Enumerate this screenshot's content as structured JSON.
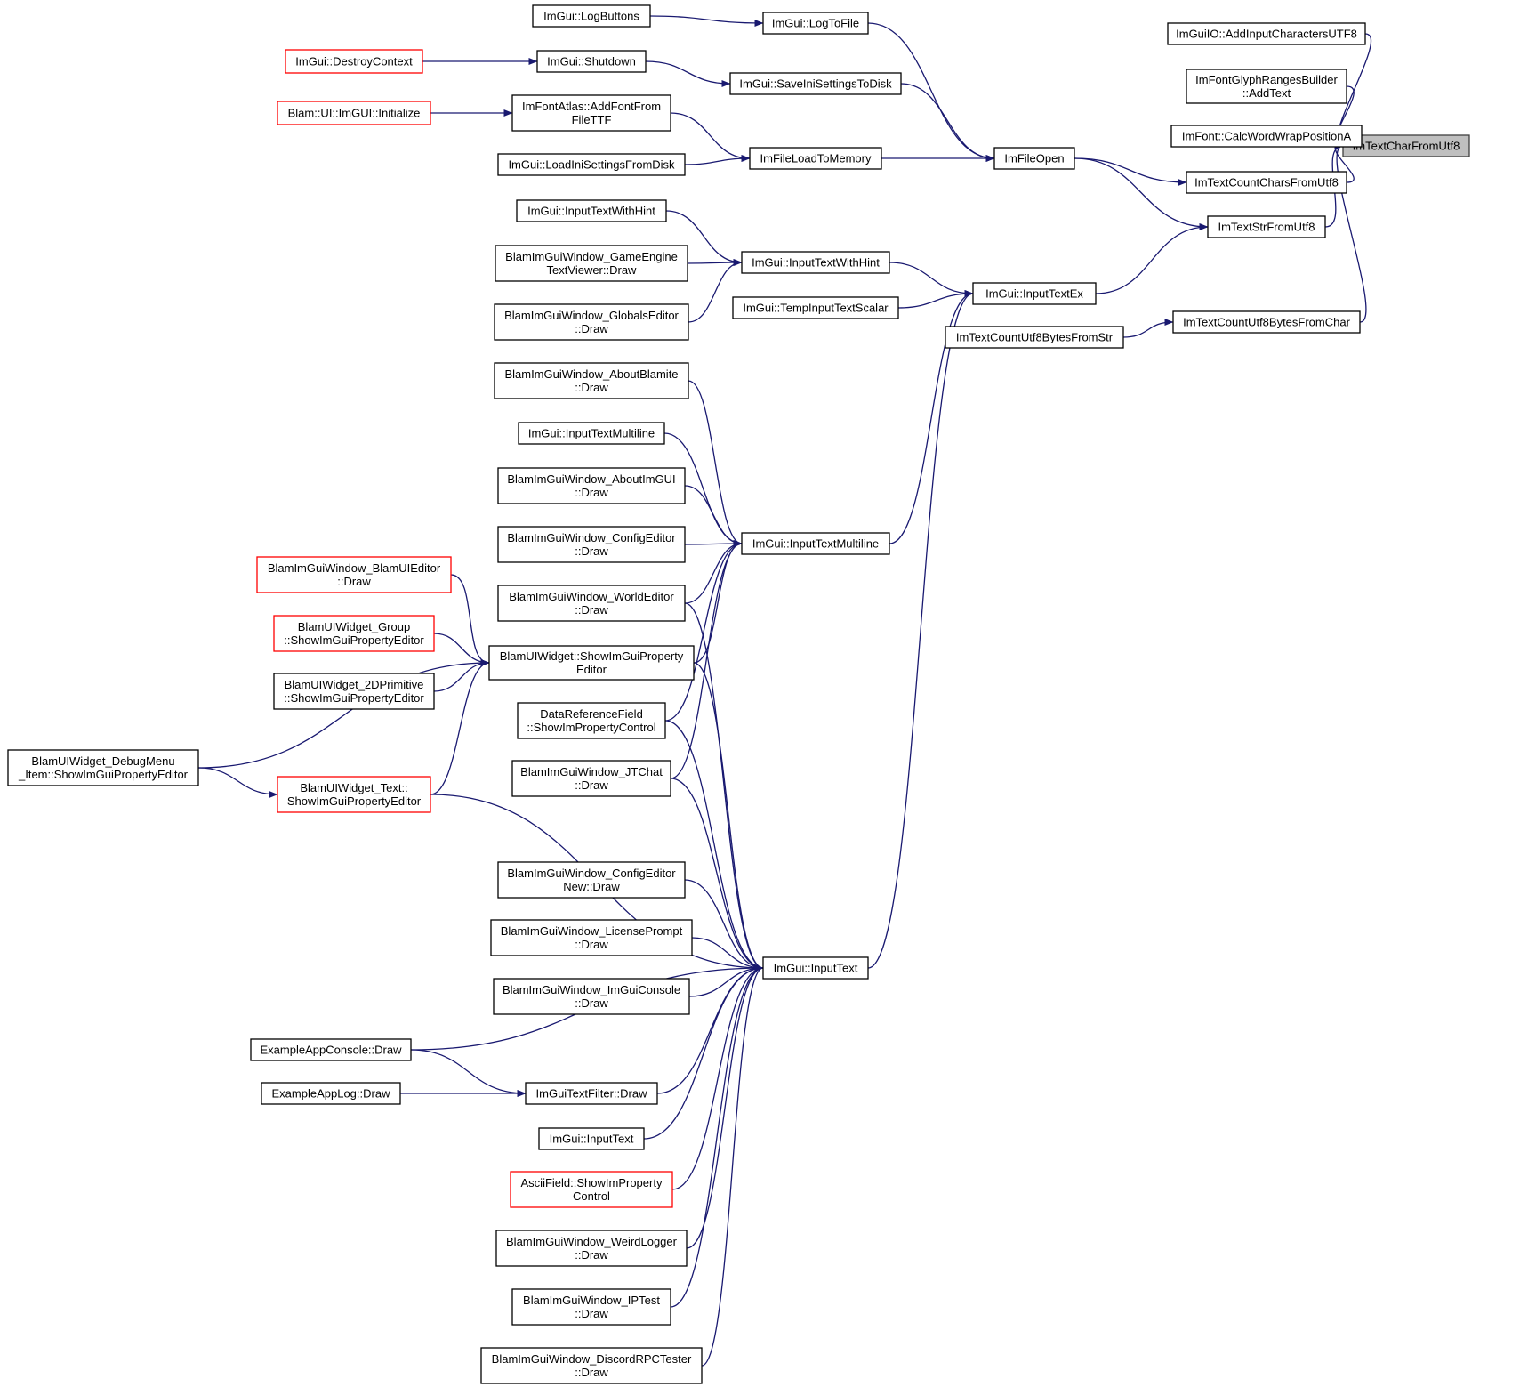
{
  "colors": {
    "edge": "#191970",
    "truncated_border": "#ff0000",
    "root_fill": "#bfbfbf"
  },
  "nodes": [
    {
      "id": "n_chr",
      "lines": [
        "ImTextCharFromUtf8"
      ],
      "kind": "root"
    },
    {
      "id": "n_addchars",
      "lines": [
        "ImGuiIO::AddInputCharactersUTF8"
      ]
    },
    {
      "id": "n_glyph",
      "lines": [
        "ImFontGlyphRangesBuilder",
        "::AddText"
      ]
    },
    {
      "id": "n_wrap",
      "lines": [
        "ImFont::CalcWordWrapPositionA"
      ]
    },
    {
      "id": "n_countchars",
      "lines": [
        "ImTextCountCharsFromUtf8"
      ]
    },
    {
      "id": "n_strfrom",
      "lines": [
        "ImTextStrFromUtf8"
      ]
    },
    {
      "id": "n_countbytes",
      "lines": [
        "ImTextCountUtf8BytesFromChar"
      ]
    },
    {
      "id": "n_countbytesstr",
      "lines": [
        "ImTextCountUtf8BytesFromStr"
      ]
    },
    {
      "id": "n_fileopen",
      "lines": [
        "ImFileOpen"
      ]
    },
    {
      "id": "n_logtofile",
      "lines": [
        "ImGui::LogToFile"
      ]
    },
    {
      "id": "n_logbuttons",
      "lines": [
        "ImGui::LogButtons"
      ]
    },
    {
      "id": "n_saveini",
      "lines": [
        "ImGui::SaveIniSettingsToDisk"
      ]
    },
    {
      "id": "n_shutdown",
      "lines": [
        "ImGui::Shutdown"
      ]
    },
    {
      "id": "n_destroyctx",
      "lines": [
        "ImGui::DestroyContext"
      ],
      "kind": "trunc"
    },
    {
      "id": "n_fileload",
      "lines": [
        "ImFileLoadToMemory"
      ]
    },
    {
      "id": "n_addfont",
      "lines": [
        "ImFontAtlas::AddFontFrom",
        "FileTTF"
      ]
    },
    {
      "id": "n_blaminit",
      "lines": [
        "Blam::UI::ImGUI::Initialize"
      ],
      "kind": "trunc"
    },
    {
      "id": "n_loadini",
      "lines": [
        "ImGui::LoadIniSettingsFromDisk"
      ]
    },
    {
      "id": "n_inputex",
      "lines": [
        "ImGui::InputTextEx"
      ]
    },
    {
      "id": "n_hint",
      "lines": [
        "ImGui::InputTextWithHint"
      ]
    },
    {
      "id": "n_hint2",
      "lines": [
        "ImGui::InputTextWithHint"
      ]
    },
    {
      "id": "n_gameengine",
      "lines": [
        "BlamImGuiWindow_GameEngine",
        "TextViewer::Draw"
      ]
    },
    {
      "id": "n_globals",
      "lines": [
        "BlamImGuiWindow_GlobalsEditor",
        "::Draw"
      ]
    },
    {
      "id": "n_tempscalar",
      "lines": [
        "ImGui::TempInputTextScalar"
      ]
    },
    {
      "id": "n_multiline",
      "lines": [
        "ImGui::InputTextMultiline"
      ]
    },
    {
      "id": "n_aboutblamite",
      "lines": [
        "BlamImGuiWindow_AboutBlamite",
        "::Draw"
      ]
    },
    {
      "id": "n_multiline2",
      "lines": [
        "ImGui::InputTextMultiline"
      ]
    },
    {
      "id": "n_aboutimgui",
      "lines": [
        "BlamImGuiWindow_AboutImGUI",
        "::Draw"
      ]
    },
    {
      "id": "n_configed",
      "lines": [
        "BlamImGuiWindow_ConfigEditor",
        "::Draw"
      ]
    },
    {
      "id": "n_worlded",
      "lines": [
        "BlamImGuiWindow_WorldEditor",
        "::Draw"
      ]
    },
    {
      "id": "n_showprop",
      "lines": [
        "BlamUIWidget::ShowImGuiProperty",
        "Editor"
      ]
    },
    {
      "id": "n_dataref",
      "lines": [
        "DataReferenceField",
        "::ShowImPropertyControl"
      ]
    },
    {
      "id": "n_jtchat",
      "lines": [
        "BlamImGuiWindow_JTChat",
        "::Draw"
      ]
    },
    {
      "id": "n_blamuied",
      "lines": [
        "BlamImGuiWindow_BlamUIEditor",
        "::Draw"
      ],
      "kind": "trunc"
    },
    {
      "id": "n_group",
      "lines": [
        "BlamUIWidget_Group",
        "::ShowImGuiPropertyEditor"
      ],
      "kind": "trunc"
    },
    {
      "id": "n_2dprim",
      "lines": [
        "BlamUIWidget_2DPrimitive",
        "::ShowImGuiPropertyEditor"
      ]
    },
    {
      "id": "n_debugmenu",
      "lines": [
        "BlamUIWidget_DebugMenu",
        "_Item::ShowImGuiPropertyEditor"
      ]
    },
    {
      "id": "n_widgettext",
      "lines": [
        "BlamUIWidget_Text::",
        "ShowImGuiPropertyEditor"
      ],
      "kind": "trunc"
    },
    {
      "id": "n_inputtext",
      "lines": [
        "ImGui::InputText"
      ]
    },
    {
      "id": "n_confignew",
      "lines": [
        "BlamImGuiWindow_ConfigEditor",
        "New::Draw"
      ]
    },
    {
      "id": "n_license",
      "lines": [
        "BlamImGuiWindow_LicensePrompt",
        "::Draw"
      ]
    },
    {
      "id": "n_console",
      "lines": [
        "BlamImGuiWindow_ImGuiConsole",
        "::Draw"
      ]
    },
    {
      "id": "n_exconsole",
      "lines": [
        "ExampleAppConsole::Draw"
      ]
    },
    {
      "id": "n_filter",
      "lines": [
        "ImGuiTextFilter::Draw"
      ]
    },
    {
      "id": "n_exlog",
      "lines": [
        "ExampleAppLog::Draw"
      ]
    },
    {
      "id": "n_inputtext2",
      "lines": [
        "ImGui::InputText"
      ]
    },
    {
      "id": "n_ascii",
      "lines": [
        "AsciiField::ShowImProperty",
        "Control"
      ],
      "kind": "trunc"
    },
    {
      "id": "n_weird",
      "lines": [
        "BlamImGuiWindow_WeirdLogger",
        "::Draw"
      ]
    },
    {
      "id": "n_iptest",
      "lines": [
        "BlamImGuiWindow_IPTest",
        "::Draw"
      ]
    },
    {
      "id": "n_discord",
      "lines": [
        "BlamImGuiWindow_DiscordRPCTester",
        "::Draw"
      ]
    }
  ],
  "edges": [
    {
      "from": "n_addchars",
      "to": "n_chr"
    },
    {
      "from": "n_glyph",
      "to": "n_chr"
    },
    {
      "from": "n_wrap",
      "to": "n_chr"
    },
    {
      "from": "n_countchars",
      "to": "n_chr"
    },
    {
      "from": "n_strfrom",
      "to": "n_chr"
    },
    {
      "from": "n_countbytes",
      "to": "n_chr"
    },
    {
      "from": "n_fileopen",
      "to": "n_countchars"
    },
    {
      "from": "n_fileopen",
      "to": "n_strfrom"
    },
    {
      "from": "n_inputex",
      "to": "n_strfrom"
    },
    {
      "from": "n_countbytesstr",
      "to": "n_countbytes"
    },
    {
      "from": "n_logtofile",
      "to": "n_fileopen"
    },
    {
      "from": "n_saveini",
      "to": "n_fileopen"
    },
    {
      "from": "n_fileload",
      "to": "n_fileopen"
    },
    {
      "from": "n_logbuttons",
      "to": "n_logtofile"
    },
    {
      "from": "n_shutdown",
      "to": "n_saveini"
    },
    {
      "from": "n_destroyctx",
      "to": "n_shutdown"
    },
    {
      "from": "n_addfont",
      "to": "n_fileload"
    },
    {
      "from": "n_loadini",
      "to": "n_fileload"
    },
    {
      "from": "n_blaminit",
      "to": "n_addfont"
    },
    {
      "from": "n_hint2",
      "to": "n_inputex"
    },
    {
      "from": "n_tempscalar",
      "to": "n_inputex"
    },
    {
      "from": "n_multiline",
      "to": "n_inputex"
    },
    {
      "from": "n_inputtext",
      "to": "n_inputex"
    },
    {
      "from": "n_hint",
      "to": "n_hint2"
    },
    {
      "from": "n_gameengine",
      "to": "n_hint2"
    },
    {
      "from": "n_globals",
      "to": "n_hint2"
    },
    {
      "from": "n_aboutblamite",
      "to": "n_multiline"
    },
    {
      "from": "n_multiline2",
      "to": "n_multiline"
    },
    {
      "from": "n_aboutimgui",
      "to": "n_multiline"
    },
    {
      "from": "n_configed",
      "to": "n_multiline"
    },
    {
      "from": "n_worlded",
      "to": "n_multiline"
    },
    {
      "from": "n_showprop",
      "to": "n_multiline"
    },
    {
      "from": "n_dataref",
      "to": "n_multiline"
    },
    {
      "from": "n_jtchat",
      "to": "n_multiline"
    },
    {
      "from": "n_blamuied",
      "to": "n_showprop"
    },
    {
      "from": "n_group",
      "to": "n_showprop"
    },
    {
      "from": "n_2dprim",
      "to": "n_showprop"
    },
    {
      "from": "n_debugmenu",
      "to": "n_showprop"
    },
    {
      "from": "n_widgettext",
      "to": "n_showprop"
    },
    {
      "from": "n_debugmenu",
      "to": "n_widgettext"
    },
    {
      "from": "n_worlded",
      "to": "n_inputtext"
    },
    {
      "from": "n_showprop",
      "to": "n_inputtext"
    },
    {
      "from": "n_dataref",
      "to": "n_inputtext"
    },
    {
      "from": "n_jtchat",
      "to": "n_inputtext"
    },
    {
      "from": "n_widgettext",
      "to": "n_inputtext"
    },
    {
      "from": "n_confignew",
      "to": "n_inputtext"
    },
    {
      "from": "n_license",
      "to": "n_inputtext"
    },
    {
      "from": "n_console",
      "to": "n_inputtext"
    },
    {
      "from": "n_exconsole",
      "to": "n_inputtext"
    },
    {
      "from": "n_filter",
      "to": "n_inputtext"
    },
    {
      "from": "n_inputtext2",
      "to": "n_inputtext"
    },
    {
      "from": "n_ascii",
      "to": "n_inputtext"
    },
    {
      "from": "n_weird",
      "to": "n_inputtext"
    },
    {
      "from": "n_iptest",
      "to": "n_inputtext"
    },
    {
      "from": "n_discord",
      "to": "n_inputtext"
    },
    {
      "from": "n_exconsole",
      "to": "n_filter"
    },
    {
      "from": "n_exlog",
      "to": "n_filter"
    }
  ]
}
